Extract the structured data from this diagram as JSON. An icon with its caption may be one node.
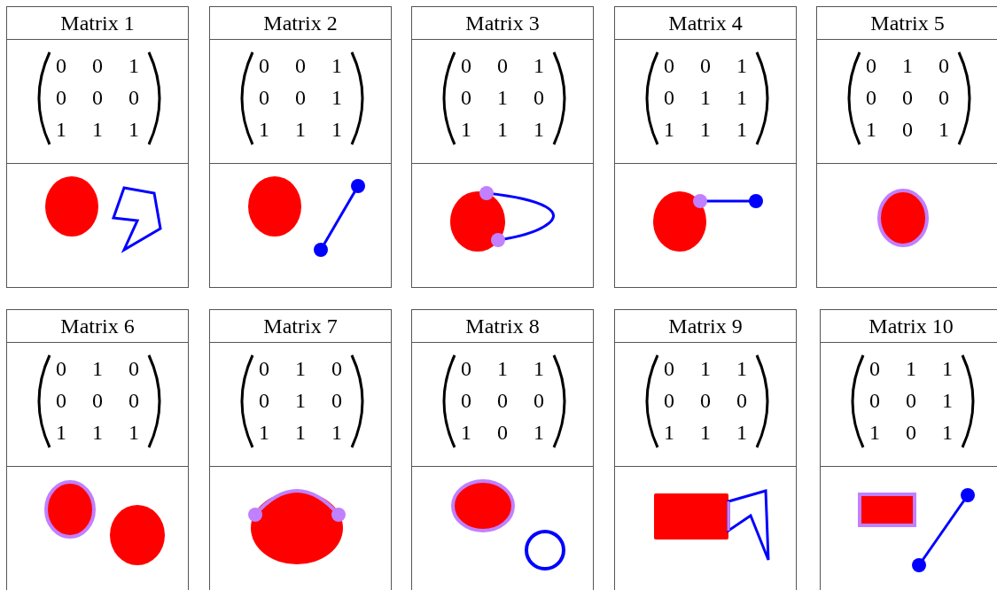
{
  "diagram": {
    "nodes": [
      {
        "text": [
          "Matrix 1"
        ]
      },
      {
        "text": [
          "0",
          "0",
          "1",
          "0",
          "0",
          "0",
          "1",
          "1",
          "1"
        ],
        "in": 0
      },
      {
        "text": [
          "Matrix 2"
        ]
      },
      {
        "text": [
          "0",
          "0",
          "1",
          "0",
          "0",
          "1",
          "1",
          "1",
          "1"
        ],
        "in": 2
      },
      {
        "text": [
          "Matrix 3"
        ]
      },
      {
        "text": [
          "0",
          "0",
          "1",
          "0",
          "1",
          "0",
          "1",
          "1",
          "1"
        ],
        "in": 4
      },
      {
        "text": [
          "Matrix 4"
        ]
      },
      {
        "text": [
          "0",
          "0",
          "1",
          "0",
          "1",
          "1",
          "1",
          "1",
          "1"
        ],
        "in": 6
      },
      {
        "text": [
          "Matrix 5"
        ]
      },
      {
        "text": [
          "0",
          "1",
          "0",
          "0",
          "0",
          "0",
          "1",
          "0",
          "1"
        ],
        "in": 8
      },
      {
        "text": [
          "Matrix 6"
        ]
      },
      {
        "text": [
          "0",
          "1",
          "0",
          "0",
          "0",
          "0",
          "1",
          "1",
          "1"
        ],
        "in": 10
      },
      {
        "text": [
          "Matrix 7"
        ]
      },
      {
        "text": [
          "0",
          "1",
          "0",
          "0",
          "1",
          "0",
          "1",
          "1",
          "1"
        ],
        "in": 12
      },
      {
        "text": [
          "Matrix 8"
        ]
      },
      {
        "text": [
          "0",
          "1",
          "1",
          "0",
          "0",
          "0",
          "1",
          "0",
          "1"
        ],
        "in": 14
      },
      {
        "text": [
          "Matrix 9"
        ]
      },
      {
        "text": [
          "0",
          "1",
          "1",
          "0",
          "0",
          "0",
          "1",
          "1",
          "1"
        ],
        "in": 16
      },
      {
        "text": [
          "Matrix 10"
        ]
      },
      {
        "text": [
          "0",
          "1",
          "1",
          "0",
          "0",
          "1",
          "1",
          "0",
          "1"
        ],
        "in": 18
      }
    ]
  }
}
